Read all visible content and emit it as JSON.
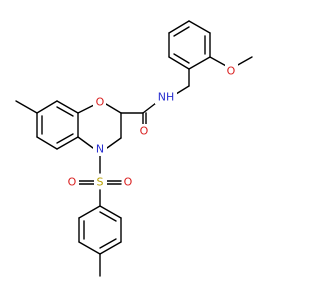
{
  "diagram": {
    "type": "chemical-structure",
    "colors": {
      "bond": "#000000",
      "carbon": "#000000",
      "oxygen": "#d91f1f",
      "nitrogen": "#2a30d0",
      "sulfur": "#b8a100",
      "background": "#ffffff"
    },
    "atom_labels": {
      "methoxy_o": "O",
      "ring_o": "O",
      "amide_o": "O",
      "amide_nh": "NH",
      "ring_n": "N",
      "sulfonyl_s": "S",
      "sulfonyl_o1": "O",
      "sulfonyl_o2": "O"
    }
  }
}
